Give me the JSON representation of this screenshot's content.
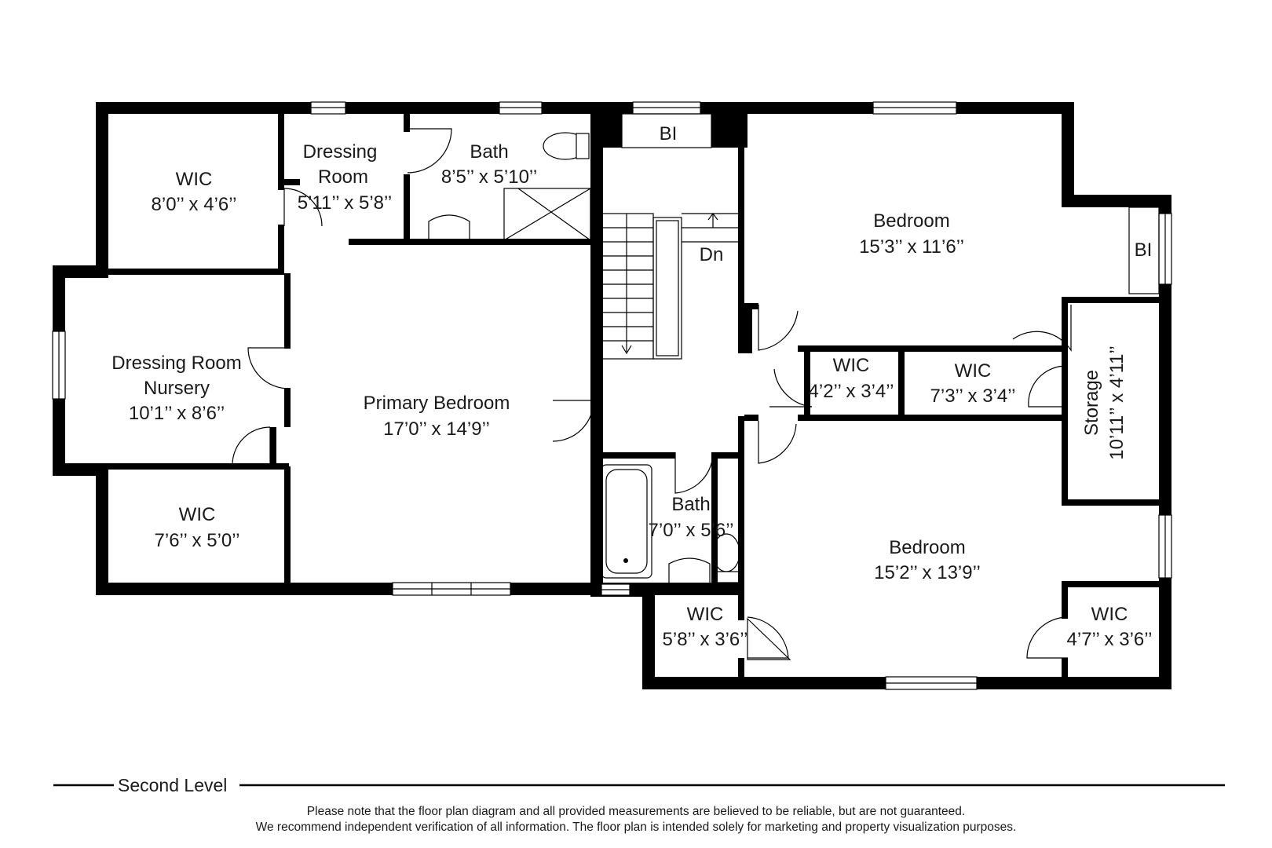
{
  "rooms": {
    "wic_tl": {
      "name": "WIC",
      "size": "8’0’’ x 4’6’’"
    },
    "dressing_top": {
      "name1": "Dressing",
      "name2": "Room",
      "size": "5’11’’ x 5’8’’"
    },
    "bath_top": {
      "name": "Bath",
      "size": "8’5’’ x 5’10’’"
    },
    "bi_top": {
      "name": "BI"
    },
    "bi_right": {
      "name": "BI"
    },
    "bedroom_top": {
      "name": "Bedroom",
      "size": "15’3’’ x 11’6’’"
    },
    "stairs": {
      "label": "Dn"
    },
    "nursery": {
      "name1": "Dressing Room",
      "name2": "Nursery",
      "size": "10’1’’ x 8’6’’"
    },
    "primary": {
      "name": "Primary Bedroom",
      "size": "17’0’’ x 14’9’’"
    },
    "wic_mid1": {
      "name": "WIC",
      "size": "4’2’’ x 3’4’’"
    },
    "wic_mid2": {
      "name": "WIC",
      "size": "7’3’’ x 3’4’’"
    },
    "storage": {
      "name": "Storage",
      "size": "10’11’’ x 4’11’’"
    },
    "wic_bl": {
      "name": "WIC",
      "size": "7’6’’ x 5’0’’"
    },
    "bath_mid": {
      "name": "Bath",
      "size": "7’0’’ x 5’6’’"
    },
    "bedroom_bot": {
      "name": "Bedroom",
      "size": "15’2’’ x 13’9’’"
    },
    "wic_bot1": {
      "name": "WIC",
      "size": "5’8’’ x 3’6’’"
    },
    "wic_bot2": {
      "name": "WIC",
      "size": "4’7’’ x 3’6’’"
    }
  },
  "footer": {
    "level": "Second Level",
    "disclaimer1": "Please note that the floor plan diagram and all provided measurements are believed to be reliable, but are not guaranteed.",
    "disclaimer2": "We recommend independent verification of all information. The floor plan is intended solely for marketing and property visualization purposes."
  }
}
